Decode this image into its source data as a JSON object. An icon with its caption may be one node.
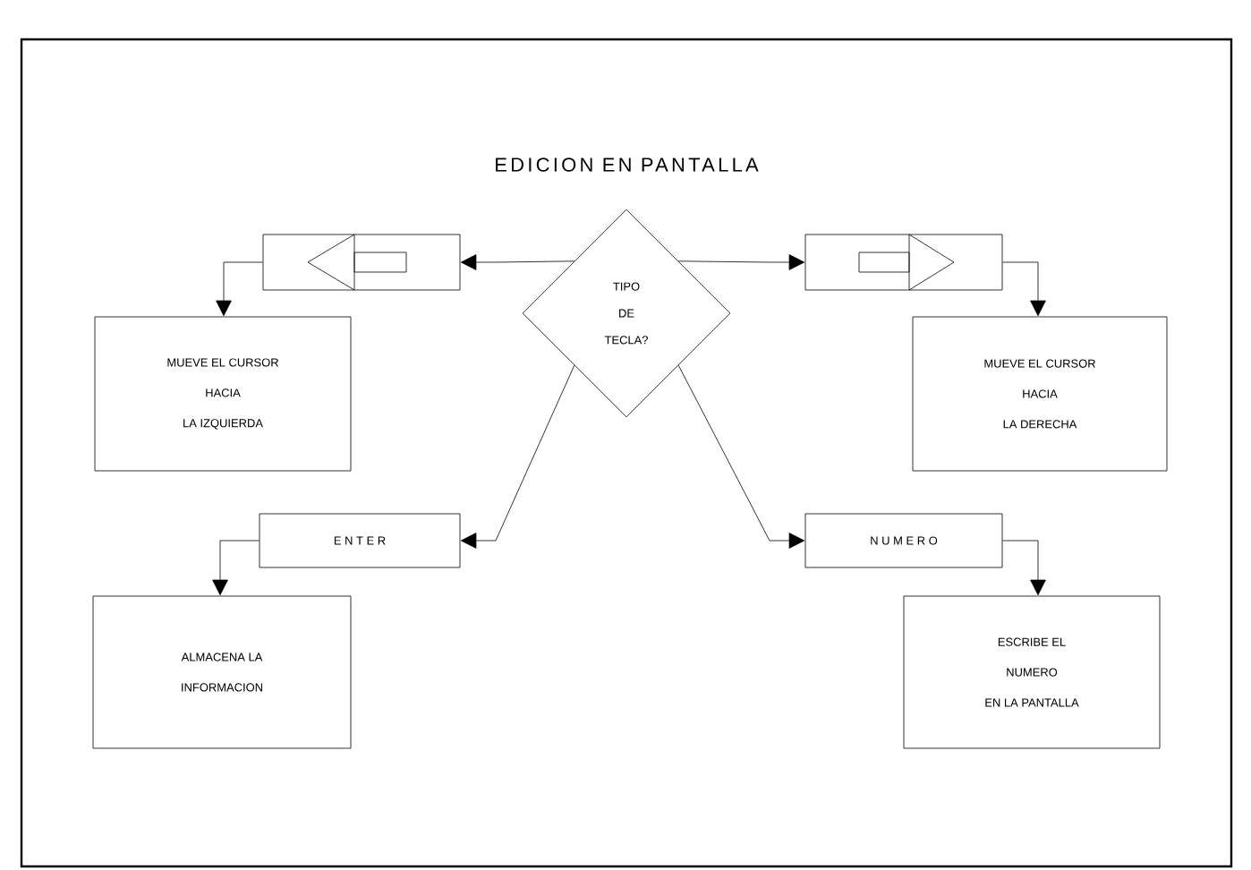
{
  "diagram": {
    "title": "EDICION EN PANTALLA",
    "nodes": [
      {
        "text": [
          "TIPO",
          "DE",
          "TECLA?"
        ]
      },
      {
        "text": [],
        "shape": "box"
      },
      {
        "text": [
          "MUEVE EL CURSOR",
          "HACIA",
          "LA IZQUIERDA"
        ]
      },
      {
        "text": [],
        "shape": "box"
      },
      {
        "text": [
          "MUEVE EL CURSOR",
          "HACIA",
          "LA DERECHA"
        ]
      },
      {
        "text": [
          "E N T E R"
        ]
      },
      {
        "text": [
          "ALMACENA LA",
          "INFORMACION"
        ]
      },
      {
        "text": [
          "N U M E R O"
        ]
      },
      {
        "text": [
          "ESCRIBE EL",
          "NUMERO",
          "EN LA PANTALLA"
        ]
      }
    ],
    "edges": [
      {
        "from": 0,
        "to": 1,
        "arrow": "to"
      },
      {
        "from": 1,
        "to": 2,
        "arrow": "to"
      },
      {
        "from": 0,
        "to": 3,
        "arrow": "to"
      },
      {
        "from": 3,
        "to": 4,
        "arrow": "to"
      },
      {
        "from": 0,
        "to": 5,
        "arrow": "to"
      },
      {
        "from": 5,
        "to": 6,
        "arrow": "to"
      },
      {
        "from": 0,
        "to": 7,
        "arrow": "to"
      },
      {
        "from": 7,
        "to": 8,
        "arrow": "to"
      }
    ]
  }
}
